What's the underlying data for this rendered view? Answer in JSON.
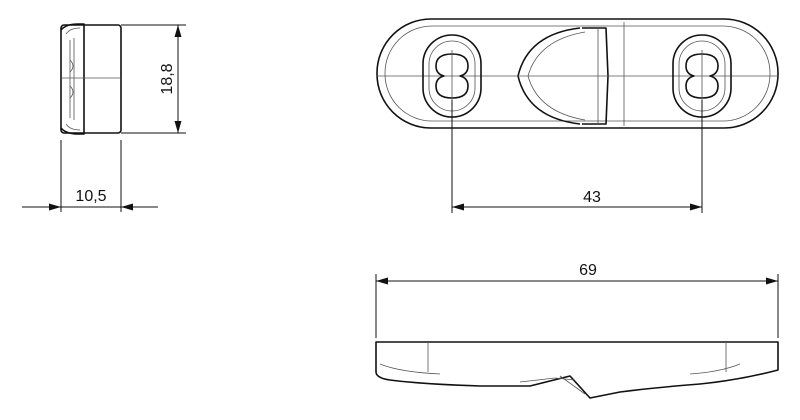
{
  "dimensions": {
    "height": "18,8",
    "depth": "10,5",
    "hole_spacing": "43",
    "overall_length": "69"
  }
}
